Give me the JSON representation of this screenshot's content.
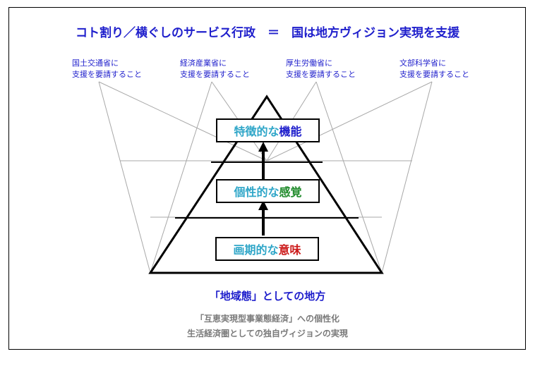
{
  "title": "コト割り／横ぐしのサービス行政　＝　国は地方ヴィジョン実現を支援",
  "requests": [
    {
      "line1": "国土交通省に",
      "line2": "支援を要請すること"
    },
    {
      "line1": "経済産業省に",
      "line2": "支援を要請すること"
    },
    {
      "line1": "厚生労働省に",
      "line2": "支援を要請すること"
    },
    {
      "line1": "文部科学省に",
      "line2": "支援を要請すること"
    }
  ],
  "pyramid": {
    "top": {
      "prefix": "特徴的な",
      "keyword": "機能"
    },
    "middle": {
      "prefix": "個性的な",
      "keyword": "感覚"
    },
    "bottom": {
      "prefix": "画期的な",
      "keyword": "意味"
    }
  },
  "base_label": "「地域態」としての地方",
  "notes": [
    "「互恵実現型事業態経済」への個性化",
    "生活経済圏としての独自ヴィジョンの実現"
  ],
  "colors": {
    "title": "#1f1fcc",
    "prefix": "#2fa6c8",
    "top_keyword": "#1f1fcc",
    "middle_keyword": "#1f8a2a",
    "bottom_keyword": "#cc1a1a",
    "notes": "#7a7a7a"
  }
}
